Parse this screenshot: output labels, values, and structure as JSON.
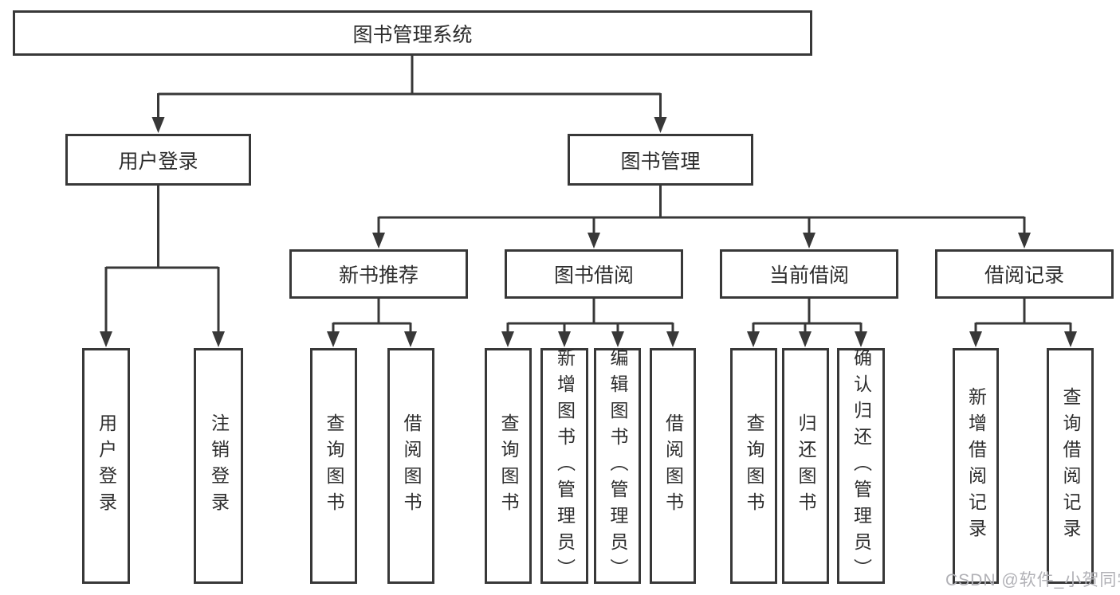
{
  "diagram": {
    "colors": {
      "line": "#383838",
      "text": "#2d2d2d",
      "background": "#ffffff",
      "watermark": "#b1b1b6"
    },
    "tree": {
      "root": {
        "label": "图书管理系统"
      },
      "branches": [
        {
          "label": "用户登录",
          "leaves": [
            {
              "label": "用户登录"
            },
            {
              "label": "注销登录"
            }
          ]
        },
        {
          "label": "图书管理",
          "groups": [
            {
              "label": "新书推荐",
              "leaves": [
                {
                  "label": "查询图书"
                },
                {
                  "label": "借阅图书"
                }
              ]
            },
            {
              "label": "图书借阅",
              "leaves": [
                {
                  "label": "查询图书"
                },
                {
                  "label": "新增图书（管理员）"
                },
                {
                  "label": "编辑图书（管理员）"
                },
                {
                  "label": "借阅图书"
                }
              ]
            },
            {
              "label": "当前借阅",
              "leaves": [
                {
                  "label": "查询图书"
                },
                {
                  "label": "归还图书"
                },
                {
                  "label": "确认归还（管理员）"
                }
              ]
            },
            {
              "label": "借阅记录",
              "leaves": [
                {
                  "label": "新增借阅记录"
                },
                {
                  "label": "查询借阅记录"
                }
              ]
            }
          ]
        }
      ]
    },
    "watermark": {
      "text": "CSDN @软件_小贺同学"
    }
  }
}
